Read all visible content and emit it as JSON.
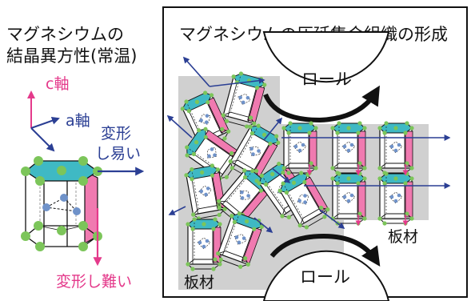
{
  "left_panel": {
    "title_line1": "マグネシウムの",
    "title_line2": "結晶異方性(常温)",
    "c_axis": "c軸",
    "a_axis": "a軸",
    "easy_line1": "変形",
    "easy_line2": "し易い",
    "hard": "変形し難い"
  },
  "right_panel": {
    "title": "マグネシウムの圧延集合組織の形成",
    "roll_top": "ロール",
    "roll_bottom": "ロール",
    "plate_right": "板材",
    "plate_left": "板材"
  },
  "colors": {
    "blue_arrow": "#2b3f94",
    "pink": "#e43a8b",
    "prism_face": "#f07ab0",
    "basal_face": "#3fb9c4",
    "atom_green": "#7cc55a",
    "atom_blue": "#6f92c9",
    "grain_bg": "#d0d0d0"
  }
}
